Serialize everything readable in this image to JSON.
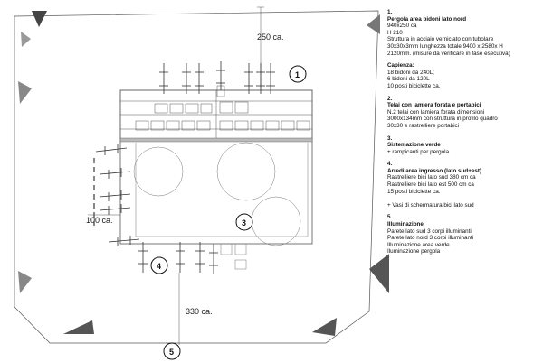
{
  "dimensions": {
    "pergola_width": "250 ca.",
    "left_gap": "100 ca.",
    "bottom_gap": "330 ca."
  },
  "markers": [
    "1",
    "3",
    "4",
    "5"
  ],
  "legend": [
    {
      "num": "1.",
      "title": "Pergola area bidoni lato nord",
      "lines": [
        "940x250 ca",
        "H 210",
        "Struttura in acciaio verniciato con tubolare",
        "30x30x3mm lunghezza totale 9400 x 2580x H",
        "2120mm. (misure da verificare in fase esecutiva)"
      ]
    },
    {
      "num": "",
      "title": "Capienza:",
      "lines": [
        "18 bidoni da 240L;",
        "6 bidoni da 120L",
        "10 posti biciclette ca."
      ]
    },
    {
      "num": "2.",
      "title": "Telai con lamiera forata e portabici",
      "lines": [
        "N.2 telai con lamiera forata dimensioni",
        "3000x134mm con struttura in profilo quadro",
        "30x30 e rastrelliere portabici"
      ]
    },
    {
      "num": "3.",
      "title": "Sistemazione verde",
      "lines": [
        "+ rampicanti per pergola"
      ]
    },
    {
      "num": "4.",
      "title": "Arredi area ingresso (lato sud+est)",
      "lines": [
        "Rastrelliere bici lato sud 380 cm ca",
        "Rastrelliere bici lato est 500 cm ca",
        "15 posti biciclette ca.",
        "",
        "+ Vasi di schermatura bici lato sud"
      ]
    },
    {
      "num": "5.",
      "title": "Illuminazione",
      "lines": [
        "Parete lato sud 3 corpi illuminanti",
        "Parete lato nord 3 corpi illuminanti",
        "Illuminazione area verde",
        "Iluminazione pergola"
      ]
    }
  ]
}
